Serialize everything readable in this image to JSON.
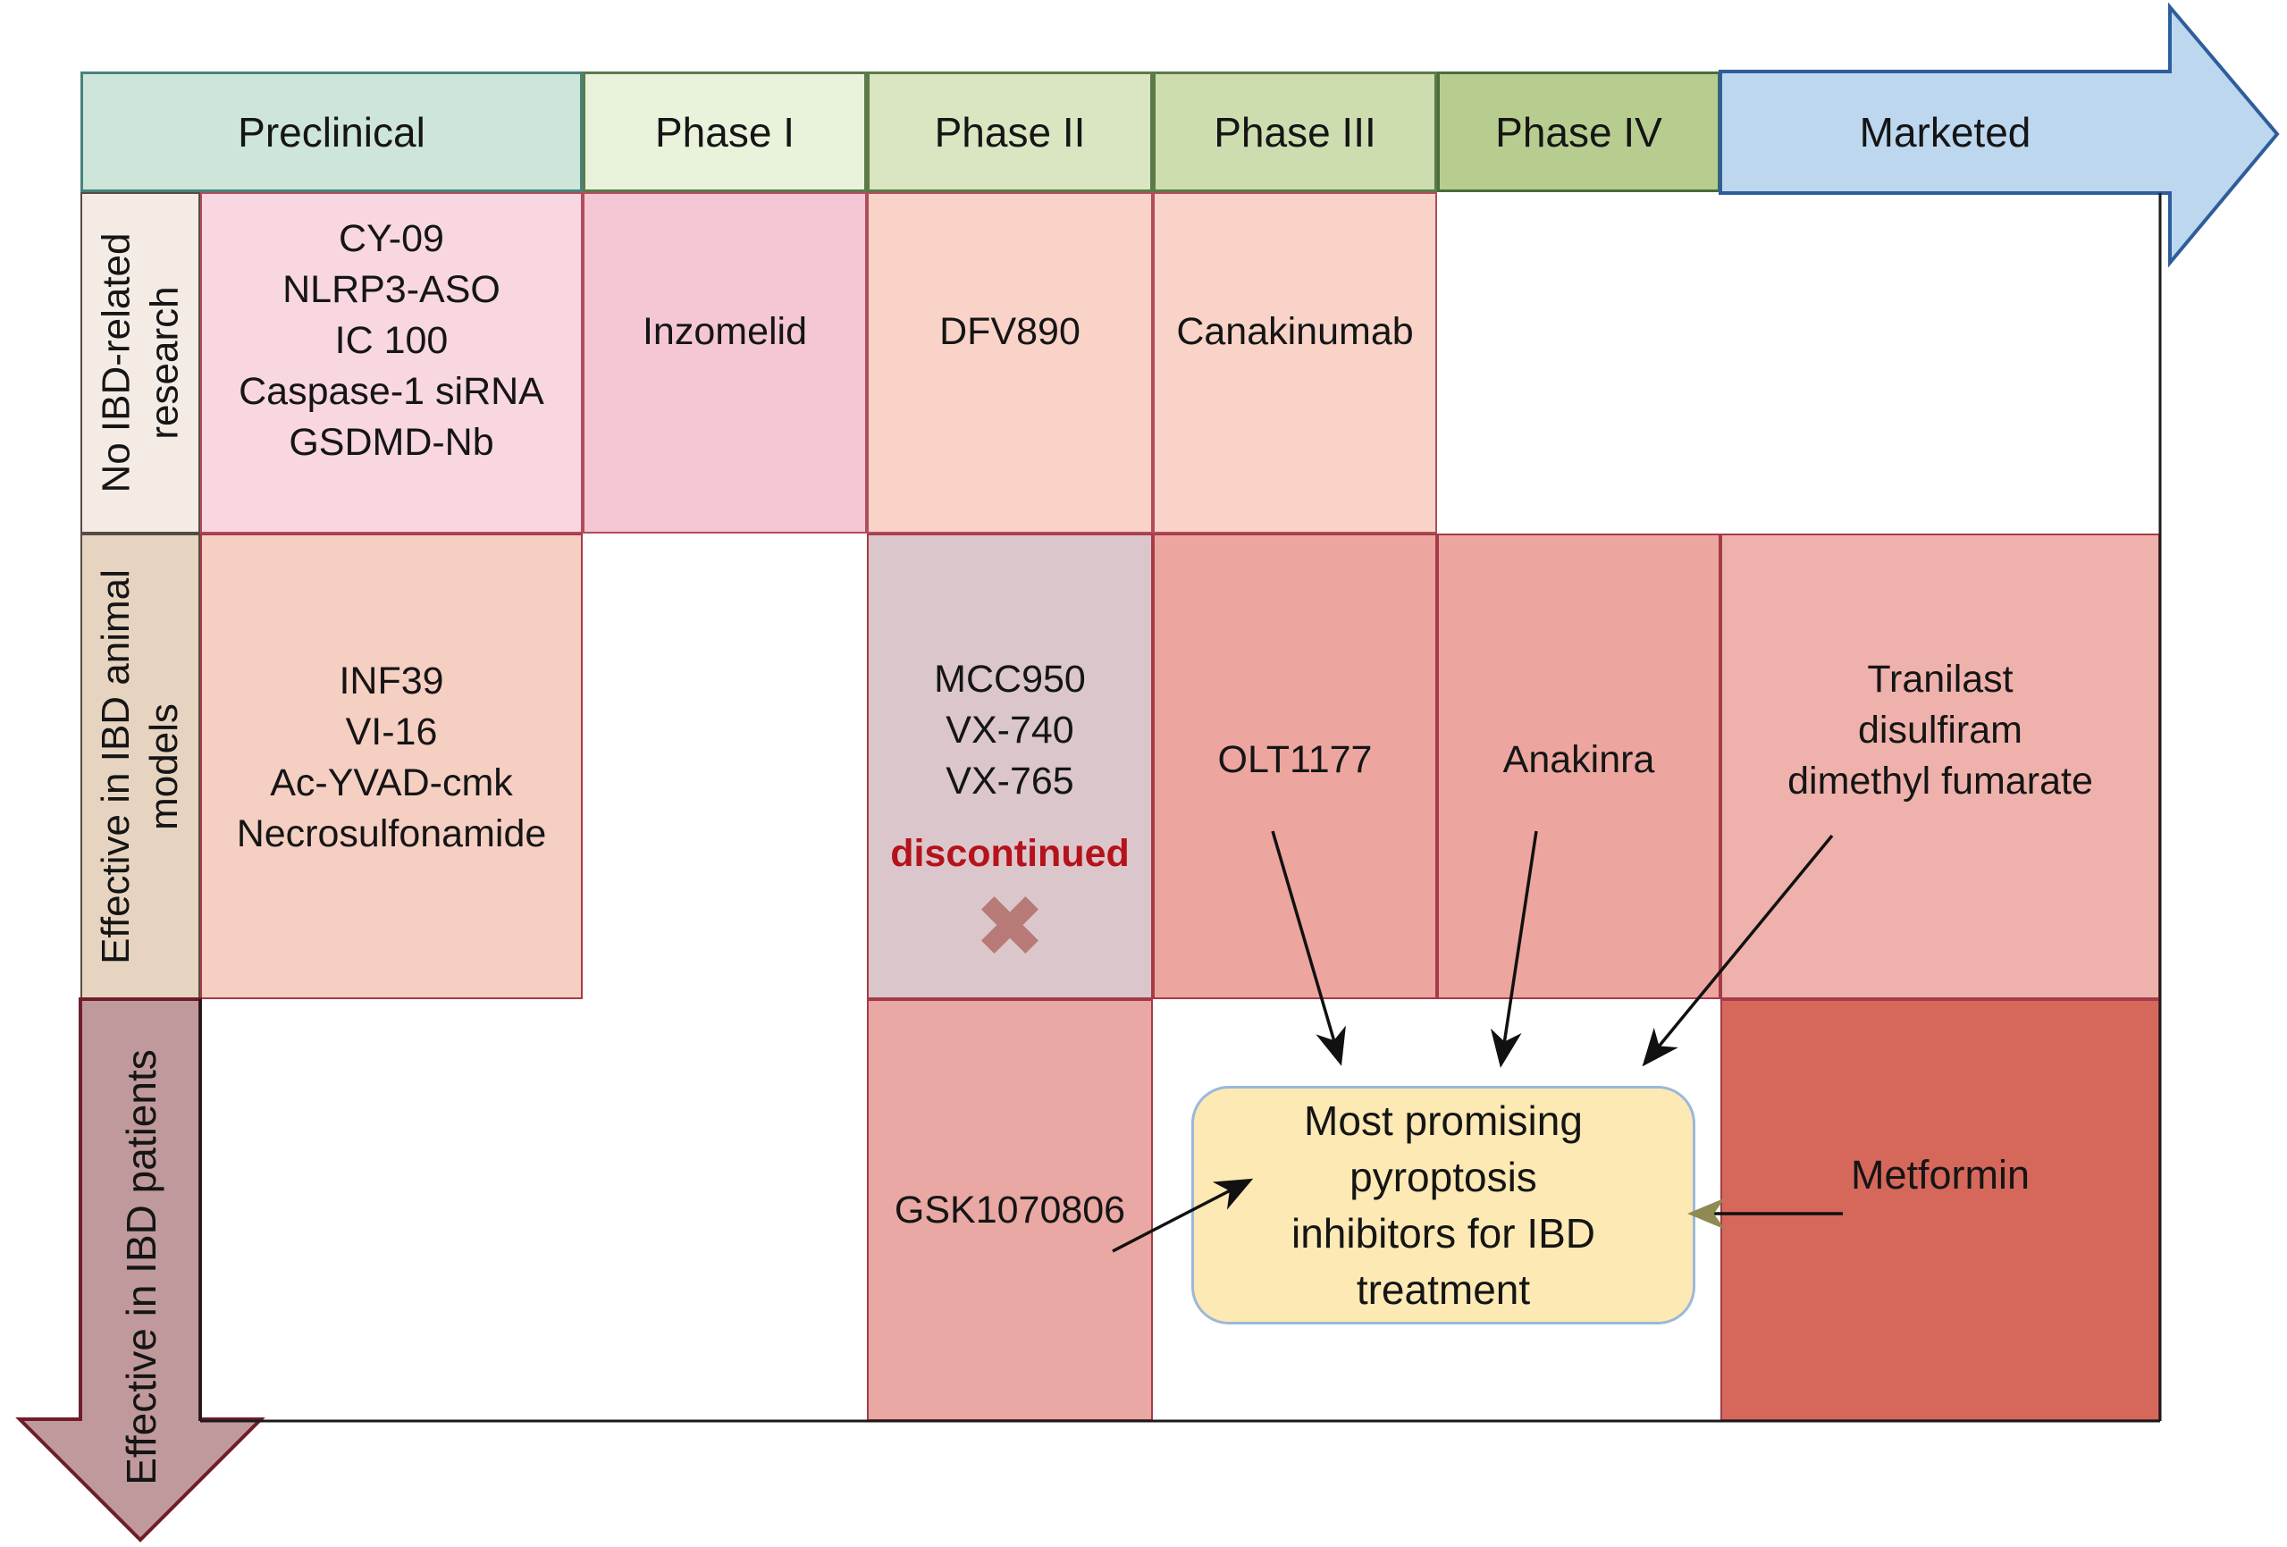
{
  "figure": {
    "header": {
      "columns": [
        "Preclinical",
        "Phase I",
        "Phase II",
        "Phase III",
        "Phase IV"
      ],
      "marketed": "Marketed"
    },
    "row_labels": [
      {
        "lines": [
          "No IBD-related",
          "research"
        ]
      },
      {
        "lines": [
          "Effective in IBD animal",
          "models"
        ]
      },
      {
        "lines": [
          "Effective in IBD patients"
        ]
      }
    ],
    "cells": {
      "r1_preclinical": {
        "lines": [
          "CY-09",
          "NLRP3-ASO",
          "IC 100",
          "Caspase-1 siRNA",
          "GSDMD-Nb"
        ]
      },
      "r1_phase1": {
        "lines": [
          "Inzomelid"
        ]
      },
      "r1_phase2": {
        "lines": [
          "DFV890"
        ]
      },
      "r1_phase3": {
        "lines": [
          "Canakinumab"
        ]
      },
      "r2_preclinical": {
        "lines": [
          "INF39",
          "VI-16",
          "Ac-YVAD-cmk",
          "Necrosulfonamide"
        ]
      },
      "r2_phase2": {
        "drugs": [
          "MCC950",
          "VX-740",
          "VX-765"
        ],
        "status": "discontinued",
        "status_icon": "✖"
      },
      "r2_phase3": {
        "lines": [
          "OLT1177"
        ]
      },
      "r2_phase4": {
        "lines": [
          "Anakinra"
        ]
      },
      "r2_marketed": {
        "lines": [
          "Tranilast",
          "disulfiram",
          "dimethyl fumarate"
        ]
      },
      "r3_phase2": {
        "lines": [
          "GSK1070806"
        ]
      },
      "r3_marketed": {
        "lines": [
          "Metformin"
        ]
      }
    },
    "callout": {
      "lines": [
        "Most promising",
        "pyroptosis",
        "inhibitors for IBD",
        "treatment"
      ]
    },
    "colors": {
      "header_preclinical": "#cee5d9",
      "header_phase1": "#e9f2db",
      "header_phase2": "#d9e6c1",
      "header_phase3": "#cdddb0",
      "header_phase4": "#b7cd90",
      "marketed_arrow_fill": "#bcd7ee",
      "marketed_arrow_border": "#2e5d9c",
      "patients_arrow_fill": "#c0999c",
      "patients_arrow_border": "#6f1d2a",
      "status_discontinued": "#b5121b",
      "discontinued_x": "#b87a76",
      "callout_fill": "#fce9b4",
      "callout_border": "#9bb8da",
      "metformin_cell": "#d5685b",
      "connector_arrow": "#111111",
      "metformin_arrowhead": "#8f8a52"
    }
  }
}
